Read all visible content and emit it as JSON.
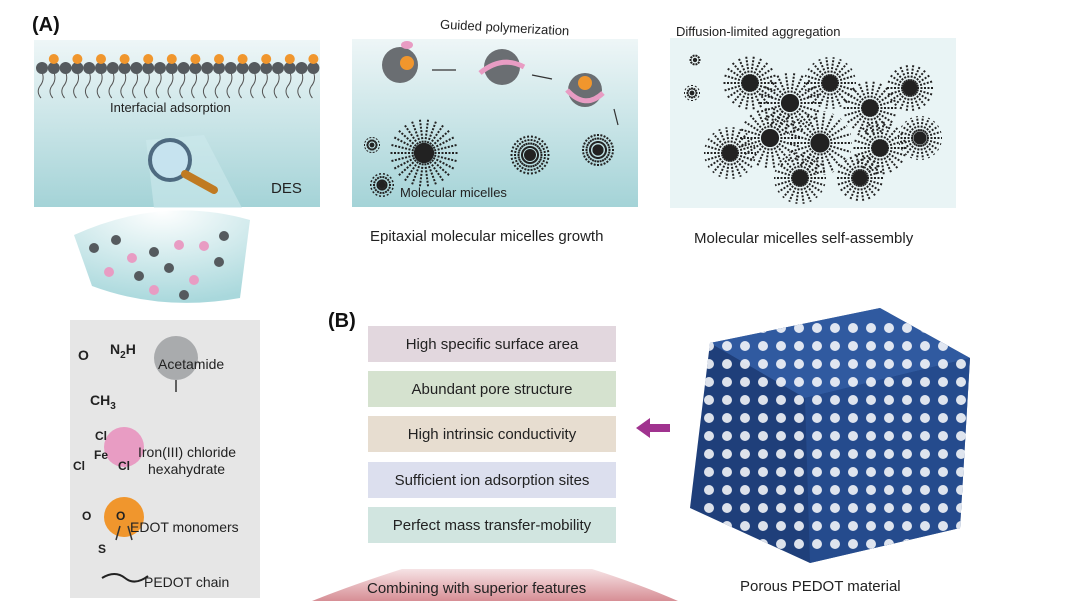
{
  "panel_a": {
    "label": "(A)",
    "interfacial_adsorption": "Interfacial adsorption",
    "des": "DES",
    "guided_polymerization": "Guided polymerization",
    "molecular_micelles": "Molecular micelles",
    "diffusion_limited_aggregation": "Diffusion-limited aggregation",
    "caption_growth": "Epitaxial molecular micelles growth",
    "caption_assembly": "Molecular micelles self-assembly"
  },
  "legend": {
    "acetamide": {
      "label": "Acetamide",
      "o": "O",
      "n2h": "N",
      "n_sub": "2",
      "h": "H",
      "ch": "CH",
      "ch_sub": "3"
    },
    "iron": {
      "label_line1": "Iron(III) chloride",
      "label_line2": "hexahydrate",
      "cl_top": "Cl",
      "fe": "Fe",
      "cl_left": "Cl",
      "cl_right": "Cl"
    },
    "edot": {
      "label": "EDOT monomers",
      "o_left": "O",
      "o_right": "O",
      "s": "S"
    },
    "pedot": {
      "label": "PEDOT chain"
    }
  },
  "panel_b": {
    "label": "(B)",
    "features": [
      {
        "text": "High specific surface area",
        "color": "#e2d7de"
      },
      {
        "text": "Abundant pore structure",
        "color": "#d5e2cf"
      },
      {
        "text": "High intrinsic conductivity",
        "color": "#e7ddd0"
      },
      {
        "text": "Sufficient ion adsorption sites",
        "color": "#dcdfee"
      },
      {
        "text": "Perfect mass transfer-mobility",
        "color": "#d1e5e0"
      }
    ],
    "combining": "Combining with superior features",
    "material_label": "Porous PEDOT material"
  },
  "colors": {
    "des_gradient_top": "#e9f3f4",
    "des_gradient_bottom": "#9fd0d4",
    "orange": "#f0962d",
    "pink": "#e89cc3",
    "gray_dark": "#555a5e",
    "arrow_purple": "#a0338f",
    "pedot_blue": "#2a4f8f"
  }
}
